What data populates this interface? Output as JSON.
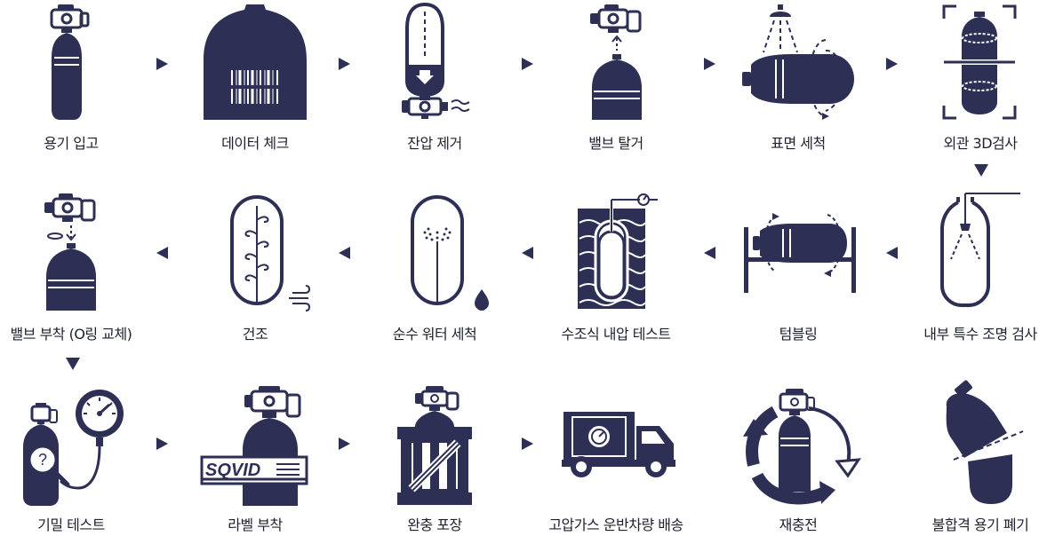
{
  "colors": {
    "primary": "#2d2f55",
    "text": "#1f2030",
    "background": "#ffffff"
  },
  "steps": [
    {
      "label": "용기 입고",
      "icon": "cylinder-with-valve-icon"
    },
    {
      "label": "데이터 체크",
      "icon": "cylinder-barcode-icon"
    },
    {
      "label": "잔압 제거",
      "icon": "cylinder-pressure-release-icon"
    },
    {
      "label": "밸브 탈거",
      "icon": "valve-removal-icon"
    },
    {
      "label": "표면 세척",
      "icon": "surface-shower-icon"
    },
    {
      "label": "외관 3D검사",
      "icon": "3d-scan-icon"
    },
    {
      "label": "밸브 부착 (O링 교체)",
      "icon": "valve-attach-oring-icon"
    },
    {
      "label": "건조",
      "icon": "drying-icon"
    },
    {
      "label": "순수 워터 세척",
      "icon": "water-wash-icon"
    },
    {
      "label": "수조식 내압 테스트",
      "icon": "water-jacket-test-icon"
    },
    {
      "label": "텀블링",
      "icon": "tumbling-icon"
    },
    {
      "label": "내부 특수 조명 검사",
      "icon": "internal-light-inspection-icon"
    },
    {
      "label": "기밀 테스트",
      "icon": "leak-test-gauge-icon"
    },
    {
      "label": "라벨 부착",
      "icon": "label-sqvid-icon"
    },
    {
      "label": "완충 포장",
      "icon": "crate-packing-icon"
    },
    {
      "label": "고압가스 운반차량 배송",
      "icon": "delivery-truck-icon"
    },
    {
      "label": "재충전",
      "icon": "recharge-cycle-icon"
    },
    {
      "label": "불합격 용기 폐기",
      "icon": "broken-cylinder-icon"
    }
  ],
  "label_text": {
    "brand": "SQVID"
  }
}
